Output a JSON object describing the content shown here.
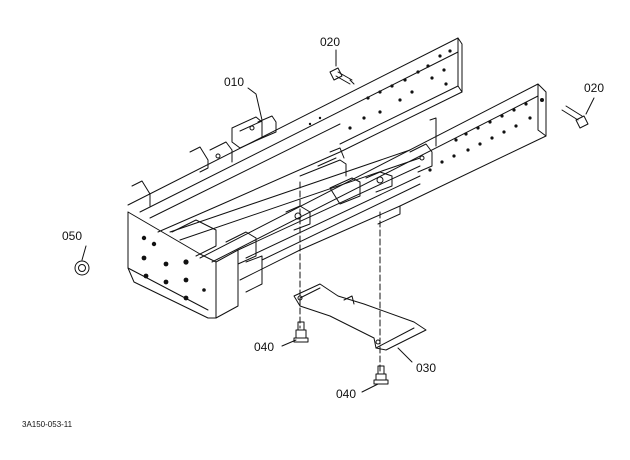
{
  "callouts": {
    "p010": "010",
    "p020_top": "020",
    "p020_right": "020",
    "p050": "050",
    "p040_mid": "040",
    "p040_bottom": "040",
    "p030": "030"
  },
  "diagram_code": "3A150-053-11",
  "line_color": "#111111"
}
